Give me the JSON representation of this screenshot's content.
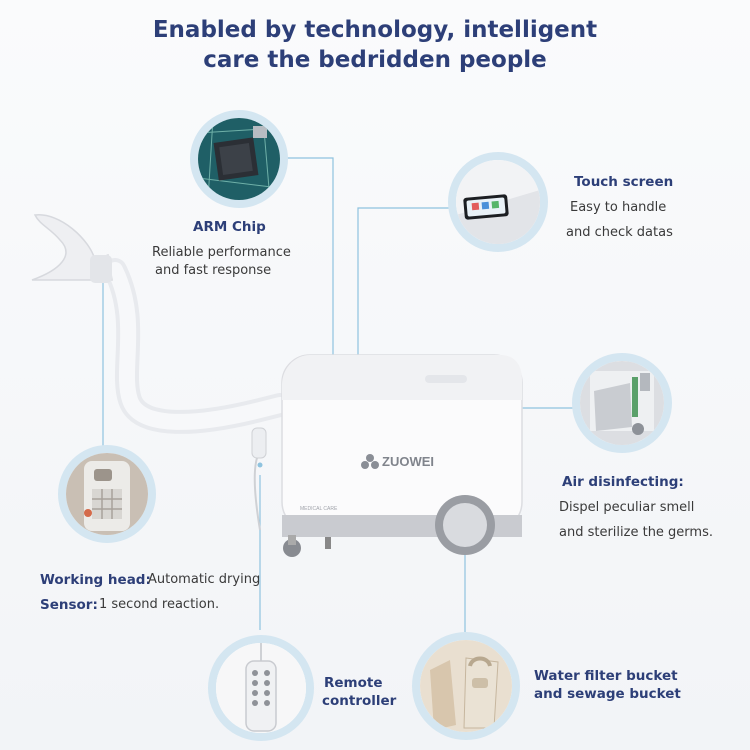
{
  "title_line1": "Enabled by technology, intelligent",
  "title_line2": "care the bedridden people",
  "brand": "ZUOWEI",
  "brand_sub": "MEDICAL CARE",
  "arm_chip": {
    "heading": "ARM Chip",
    "line1": "Reliable performance",
    "line2": "and fast response"
  },
  "touch_screen": {
    "heading": "Touch screen",
    "line1": "Easy to handle",
    "line2": "and check datas"
  },
  "air": {
    "heading": "Air disinfecting:",
    "line1": "Dispel peculiar smell",
    "line2": "and sterilize the germs."
  },
  "working": {
    "label1": "Working head:",
    "value1": "Automatic drying",
    "label2": "Sensor:",
    "value2": "1 second reaction."
  },
  "remote": {
    "line1": "Remote",
    "line2": "controller"
  },
  "water": {
    "line1": "Water filter bucket",
    "line2": "and sewage bucket"
  },
  "colors": {
    "title": "#2d3f78",
    "accent_line": "#8fc3df",
    "ring": "#d4e6f1"
  },
  "icons": [
    "arm-chip-icon",
    "touch-screen-icon",
    "disinfection-module-icon",
    "working-head-icon",
    "remote-controller-icon",
    "water-bucket-icon"
  ]
}
